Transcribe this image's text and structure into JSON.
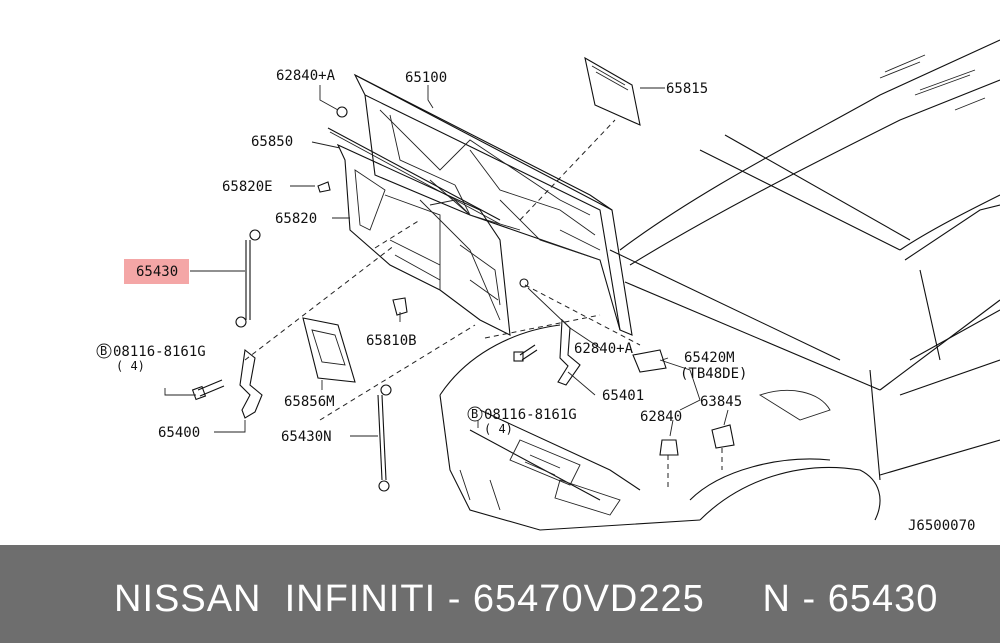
{
  "labels": {
    "l62840a_1": "62840+A",
    "l65100": "65100",
    "l65815": "65815",
    "l65850": "65850",
    "l65820e": "65820E",
    "l65820": "65820",
    "l65430": "65430",
    "l65810b": "65810B",
    "l62840a_2": "62840+A",
    "l65420m": "65420M",
    "ltb48de": "(TB48DE)",
    "lbolt1": "08116-8161G",
    "lbolt1qty": "( 4)",
    "l65856m": "65856M",
    "l65401": "65401",
    "l62840": "62840",
    "l63845": "63845",
    "l65400": "65400",
    "lbolt2": "08116-8161G",
    "lbolt2qty": "( 4)",
    "l65430n": "65430N",
    "b_symbol": "B",
    "diagram_code": "J6500070"
  },
  "highlight_color": "#f4a6a6",
  "footer": {
    "text": "NISSAN  INFINITI - 65470VD225     N - 65430",
    "background": "#6e6e6e"
  }
}
